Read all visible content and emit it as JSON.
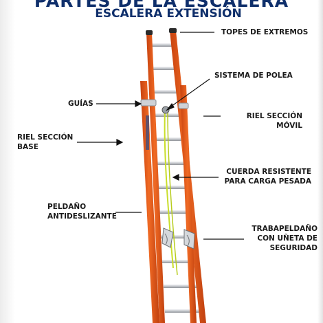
{
  "header": {
    "title": "PARTES DE LA ESCALERA",
    "subtitle": "ESCALERA EXTENSIÓN"
  },
  "labels": {
    "topes": [
      "TOPES DE EXTREMOS"
    ],
    "polea": [
      "SISTEMA DE POLEA"
    ],
    "guias": [
      "GUÍAS"
    ],
    "riel_movil": [
      "RIEL SECCIÓN",
      "MÓVIL"
    ],
    "riel_base": [
      "RIEL SECCIÓN",
      "BASE"
    ],
    "cuerda": [
      "CUERDA RESISTENTE",
      "PARA CARGA PESADA"
    ],
    "peldano": [
      "PELDAÑO",
      "ANTIDESLIZANTE"
    ],
    "trabapeldano": [
      "TRABAPELDAÑO",
      "CON UÑETA DE",
      "SEGURIDAD"
    ]
  },
  "colors": {
    "title": "#0f2f6b",
    "rail": "#e8571b",
    "rail_shade": "#b83a0e",
    "rung": "#c9ccd1",
    "rope": "#c9de2a",
    "leader": "#111111"
  }
}
